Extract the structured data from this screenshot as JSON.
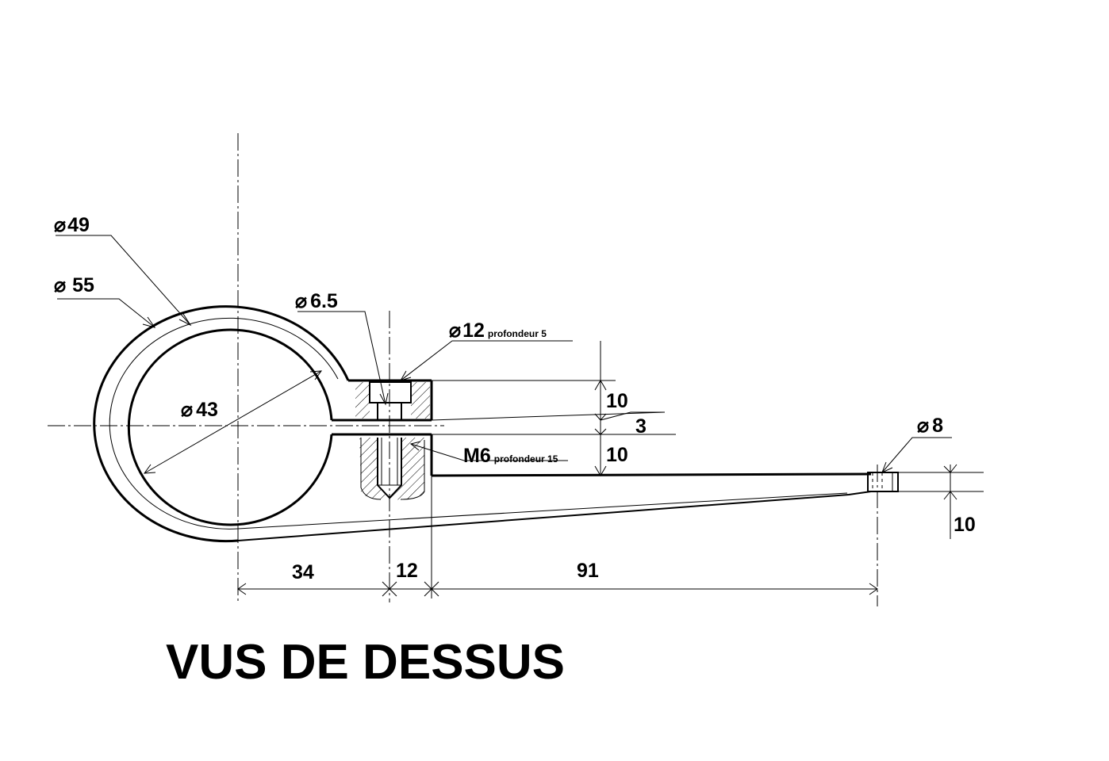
{
  "drawing": {
    "title": "VUS DE DESSUS",
    "diameter_symbol": "⌀",
    "annotations": {
      "d49": "49",
      "d55": "55",
      "d43": "43",
      "d6_5": "6.5",
      "d12": "12",
      "d12_note": "profondeur 5",
      "d8": "8",
      "m6": "M6",
      "m6_note": "profondeur 15",
      "v10_top": "10",
      "v3": "3",
      "v10_mid": "10",
      "v10_right": "10",
      "h34": "34",
      "h12": "12",
      "h91": "91"
    }
  }
}
